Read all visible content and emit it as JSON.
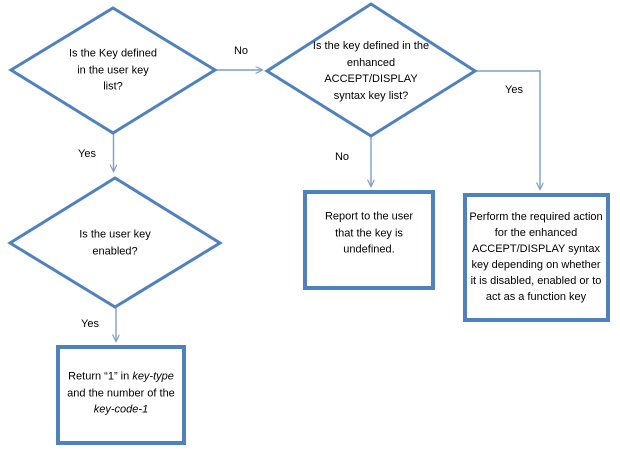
{
  "colors": {
    "shape_border": "#4f81bd",
    "connector": "#7d9ec9",
    "text": "#000000",
    "background": "#ffffff"
  },
  "nodes": {
    "decision_user_key_defined": {
      "label": "Is the Key defined in the user key list?"
    },
    "decision_enhanced_syntax_defined": {
      "label": "Is the key defined in the enhanced ACCEPT/DISPLAY syntax key list?"
    },
    "decision_user_key_enabled": {
      "label": "Is the user key enabled?"
    },
    "process_report_undefined": {
      "label": "Report to the user that the key is undefined."
    },
    "process_perform_enhanced_action": {
      "label": "Perform the required action for the enhanced ACCEPT/DISPLAY syntax key depending on whether it is disabled, enabled or to act as a function key"
    },
    "process_return_key_type": {
      "segments": [
        "Return “1” in ",
        "key-type",
        " and the number of the ",
        "key-code-1"
      ]
    }
  },
  "edges": [
    {
      "id": "no-to-enhanced-decision",
      "label": "No"
    },
    {
      "id": "yes-to-enabled-decision",
      "label": "Yes"
    },
    {
      "id": "yes-to-return-box",
      "label": "Yes"
    },
    {
      "id": "no-to-report-box",
      "label": "No"
    },
    {
      "id": "yes-to-perform-box",
      "label": "Yes"
    }
  ]
}
